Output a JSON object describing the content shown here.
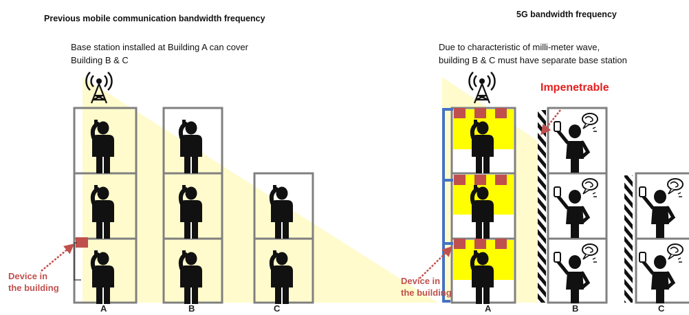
{
  "left_panel": {
    "title": "Previous mobile communication bandwidth frequency",
    "caption_line1": "Base station installed at Building A can cover",
    "caption_line2": "Building B & C",
    "device_line1": "Device in",
    "device_line2": "the building",
    "building_labels": [
      "A",
      "B",
      "C"
    ]
  },
  "right_panel": {
    "title": "5G bandwidth frequency",
    "caption_line1": "Due to characteristic of milli-meter wave,",
    "caption_line2": "building B & C must have separate base station",
    "impenetrable_label": "Impenetrable",
    "device_line1": "Device in",
    "device_line2": "the building",
    "building_labels": [
      "A",
      "B",
      "C"
    ]
  },
  "colors": {
    "signal_beam": "#fffbcc",
    "lit_floor": "#ffff00",
    "building_frame": "#808080",
    "device": "#c0504d",
    "annotation": "#c0504d",
    "impenetrable_text": "#e41e1e",
    "wiring": "#4472c4"
  },
  "icons": [
    "antenna-tower-icon",
    "person-phone-icon",
    "person-speech-icon",
    "hatched-wall-icon"
  ]
}
